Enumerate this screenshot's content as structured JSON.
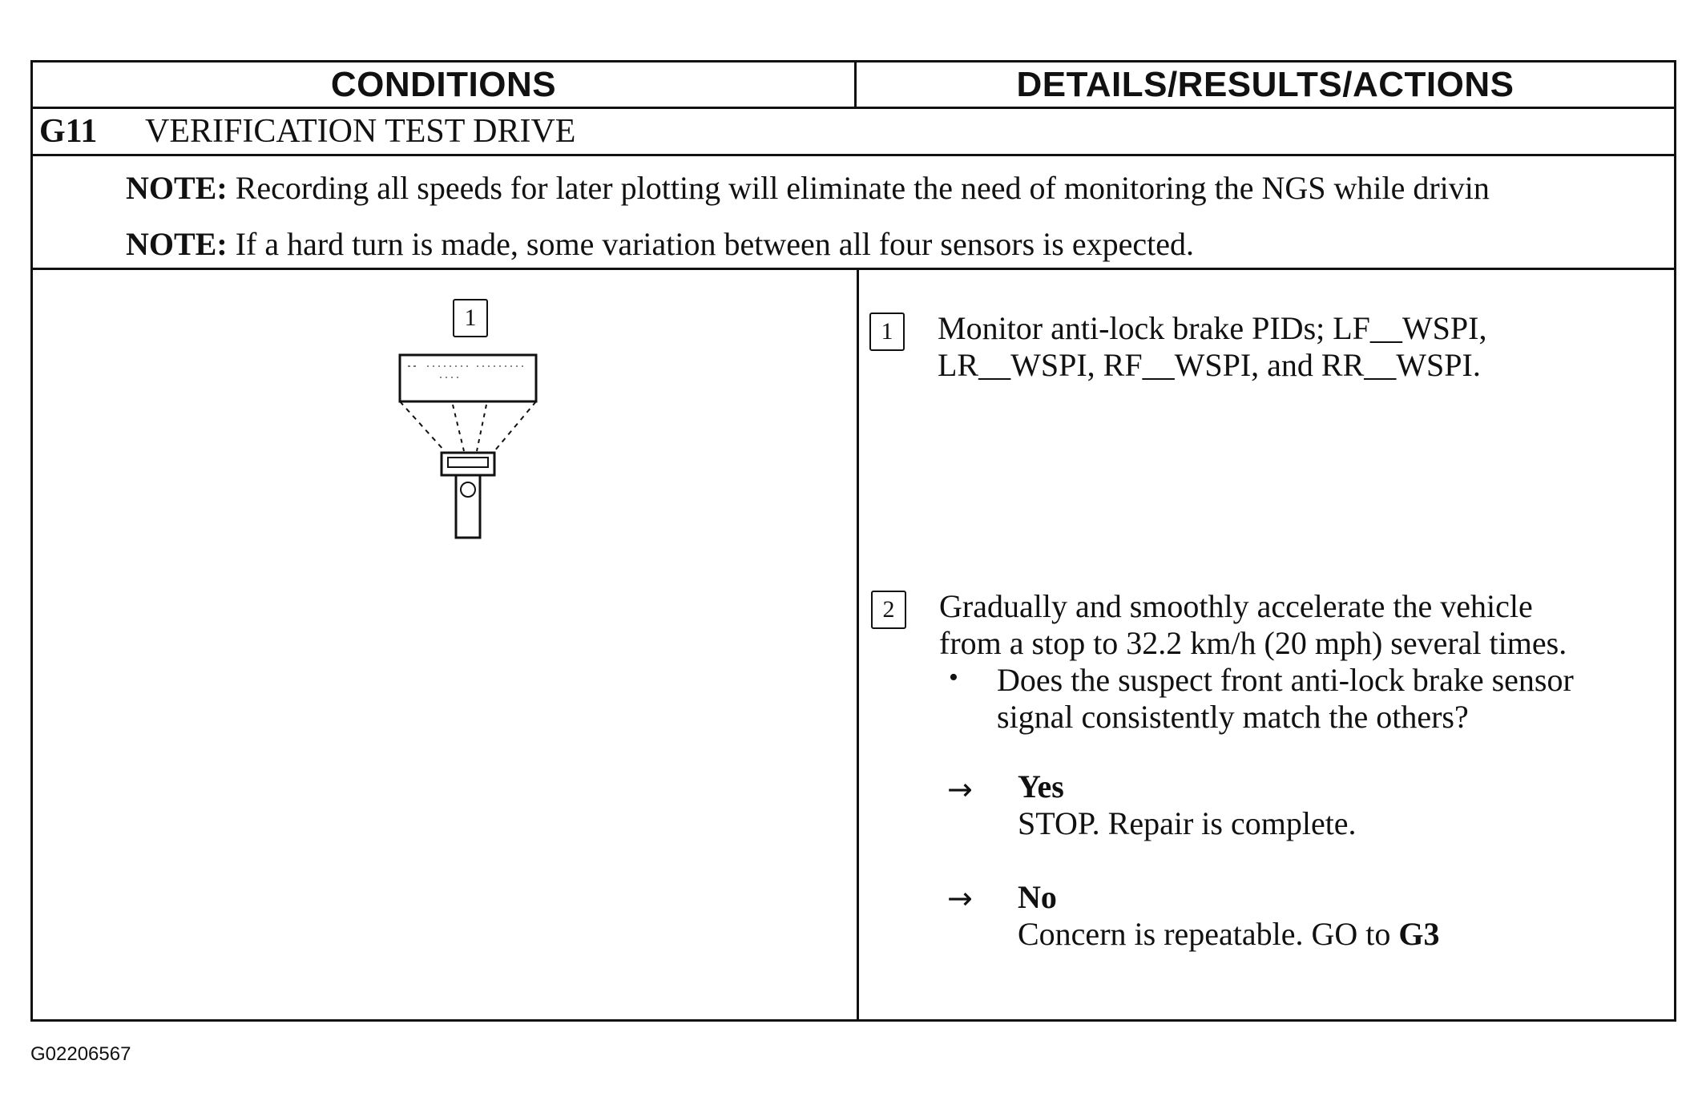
{
  "header": {
    "conditions": "CONDITIONS",
    "details": "DETAILS/RESULTS/ACTIONS"
  },
  "section": {
    "code": "G11",
    "title": "VERIFICATION TEST DRIVE"
  },
  "notes": [
    {
      "label": "NOTE:",
      "text": "Recording all speeds for later plotting will eliminate the need of monitoring the NGS while drivin"
    },
    {
      "label": "NOTE:",
      "text": "If a hard turn is made, some variation between all four sensors is expected."
    }
  ],
  "diagram": {
    "step_label": "1",
    "icons": [
      "scan-tool-icon",
      "connector-icon"
    ]
  },
  "steps": [
    {
      "number": "1",
      "line1": "Monitor anti-lock brake PIDs; LF__WSPI,",
      "line2": "LR__WSPI, RF__WSPI, and RR__WSPI."
    },
    {
      "number": "2",
      "line1": "Gradually and smoothly accelerate the vehicle",
      "line2": "from a stop to 32.2 km/h (20 mph) several times.",
      "bullet": "•",
      "question1": "Does the suspect front anti-lock brake sensor",
      "question2": "signal consistently match the others?",
      "answers": [
        {
          "arrow": "→",
          "title": "Yes",
          "text": "STOP. Repair is complete."
        },
        {
          "arrow": "→",
          "title": "No",
          "text": "Concern is repeatable. GO to ",
          "ref": "G3"
        }
      ]
    }
  ],
  "footer": {
    "code": "G02206567"
  }
}
